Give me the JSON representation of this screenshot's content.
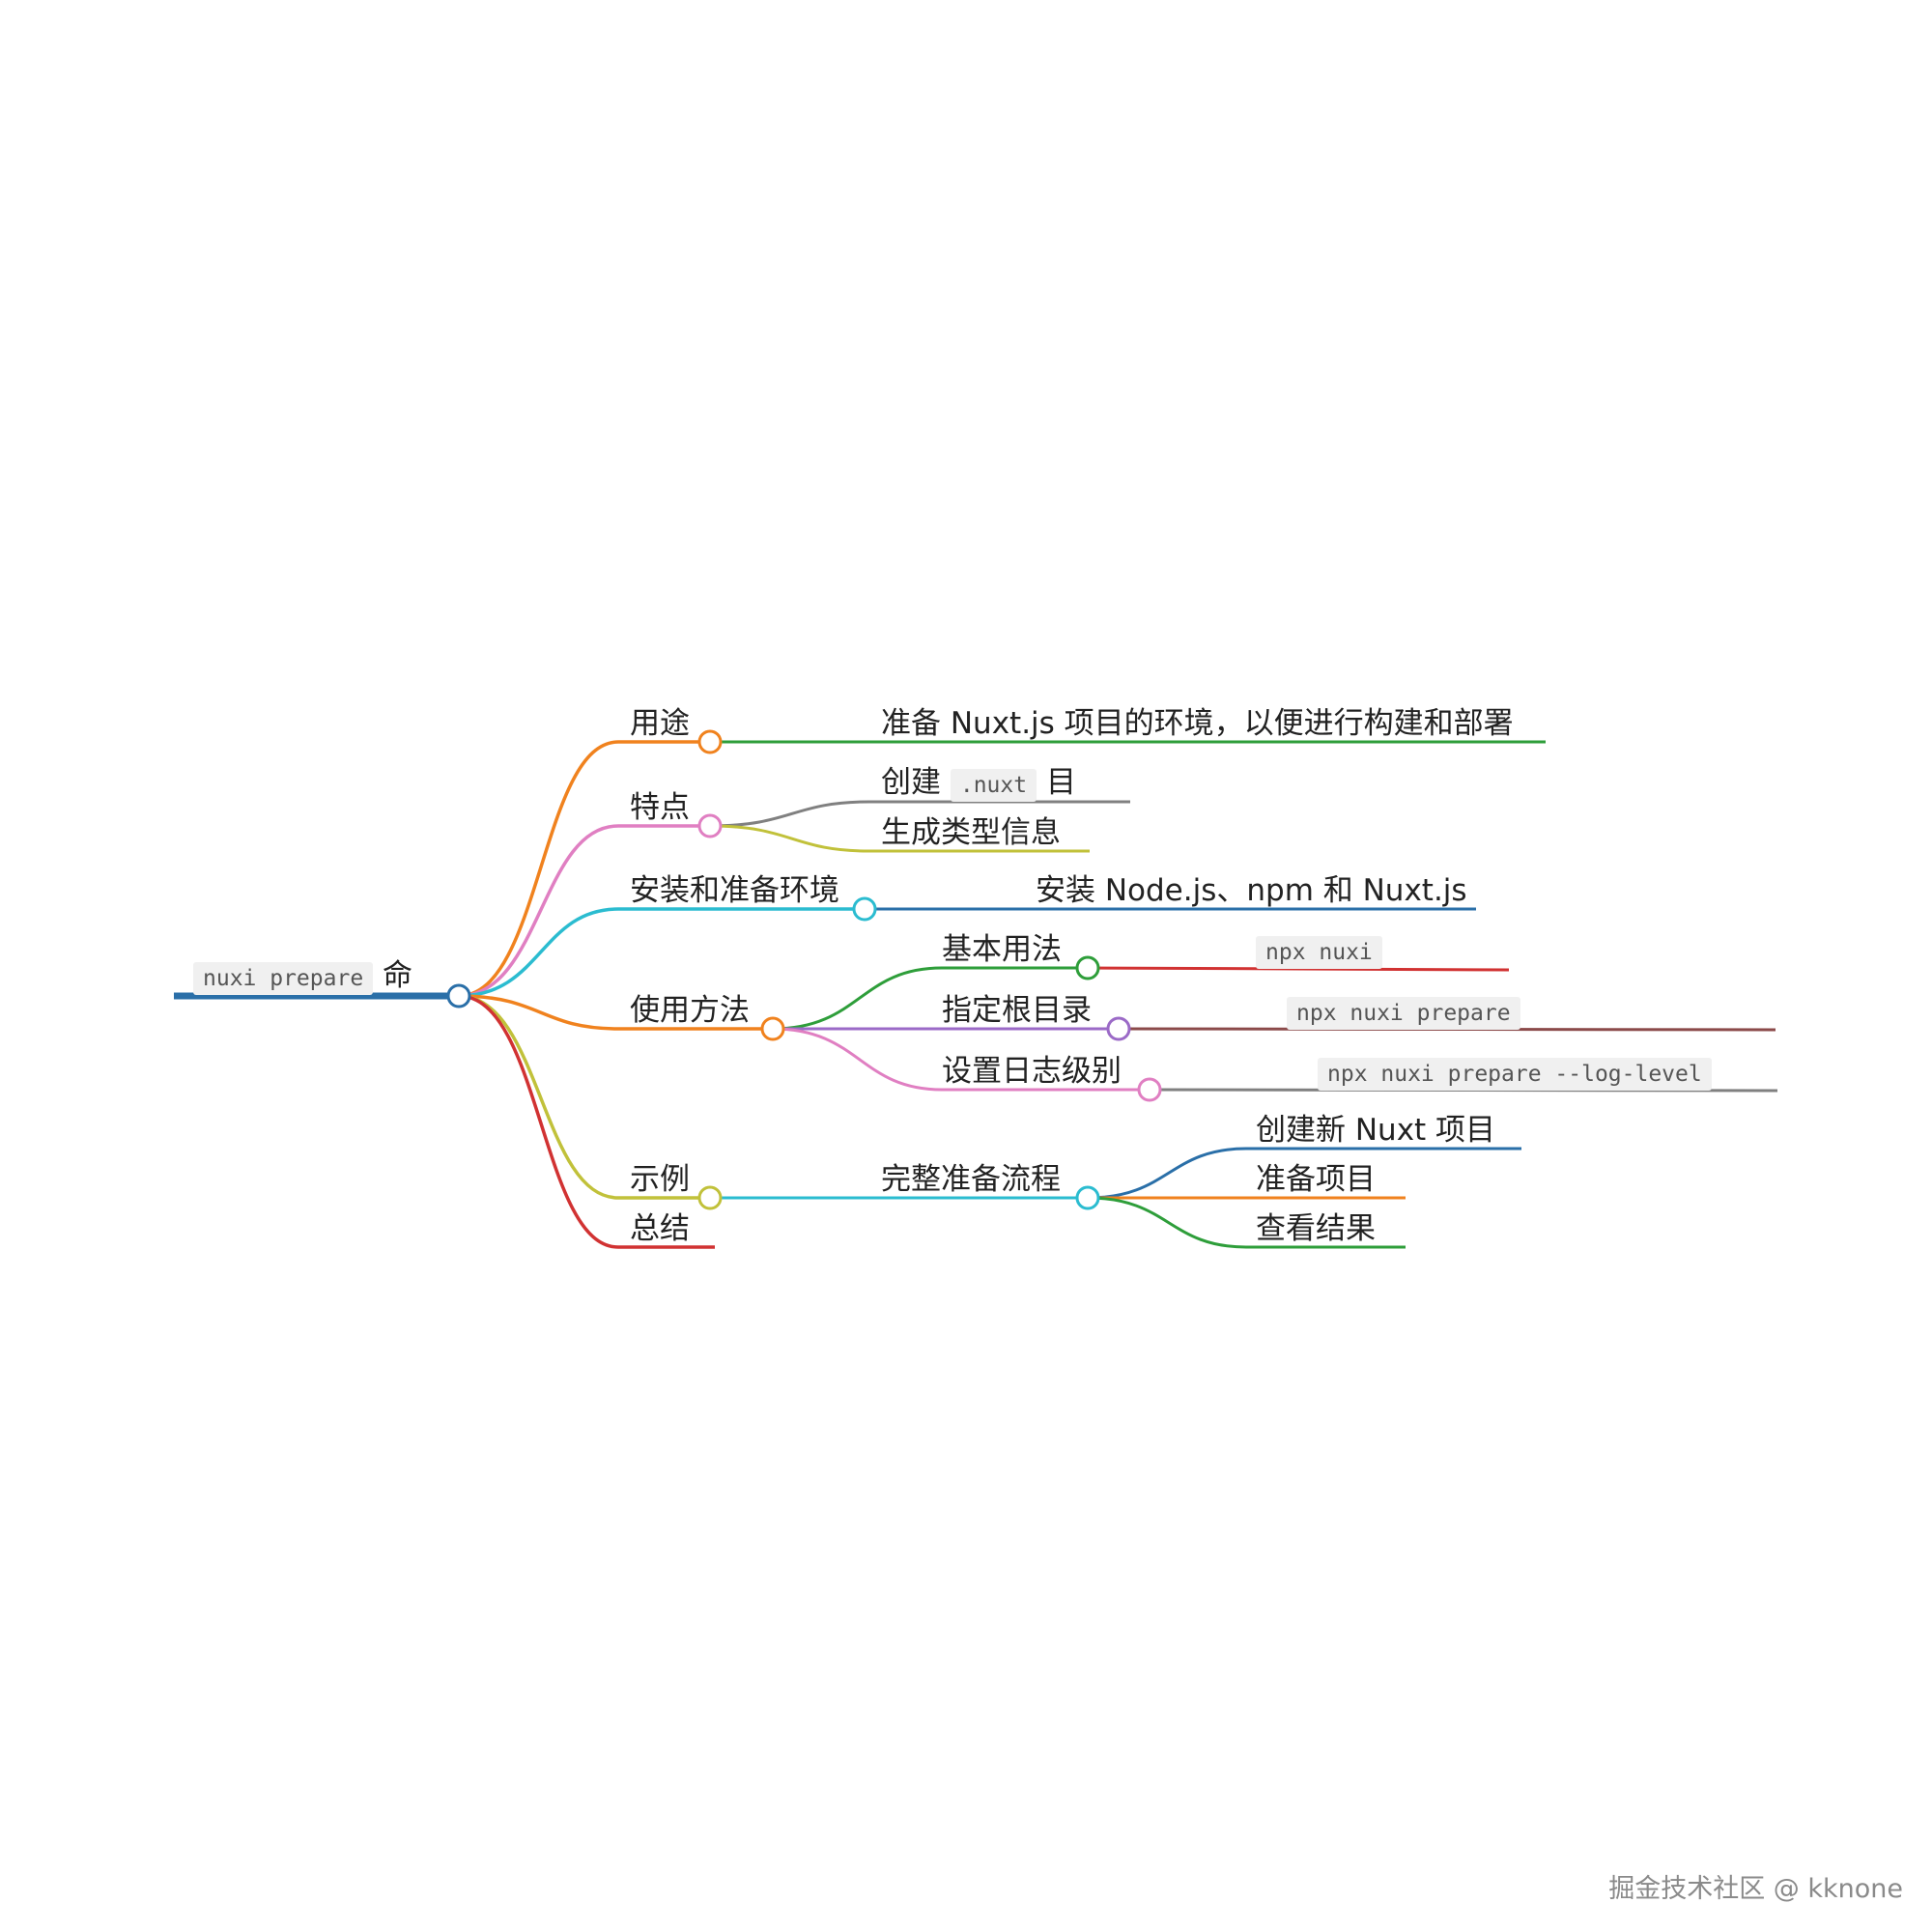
{
  "root": {
    "code": "nuxi prepare",
    "suffix": "命"
  },
  "branches": {
    "purpose": {
      "label": "用途",
      "child": "准备 Nuxt.js 项目的环境，以便进行构建和部署"
    },
    "features": {
      "label": "特点",
      "create_prefix": "创建",
      "create_code": ".nuxt",
      "create_suffix": "目",
      "types": "生成类型信息"
    },
    "setup": {
      "label": "安装和准备环境",
      "child": "安装 Node.js、npm 和 Nuxt.js"
    },
    "usage": {
      "label": "使用方法",
      "basic": {
        "label": "基本用法",
        "code": "npx nuxi"
      },
      "root_dir": {
        "label": "指定根目录",
        "code": "npx nuxi prepare"
      },
      "log_level": {
        "label": "设置日志级别",
        "code": "npx nuxi prepare --log-level"
      }
    },
    "example": {
      "label": "示例",
      "flow": {
        "label": "完整准备流程",
        "steps": [
          "创建新 Nuxt 项目",
          "准备项目",
          "查看结果"
        ]
      }
    },
    "summary": {
      "label": "总结"
    }
  },
  "watermark": "掘金技术社区 @ kknone",
  "colors": {
    "root": "#2a6fa8",
    "purpose": "#f0821e",
    "features": "#e07fc2",
    "setup": "#2bbcd0",
    "usage": "#f0821e",
    "example": "#c1c13a",
    "summary": "#d13232"
  }
}
